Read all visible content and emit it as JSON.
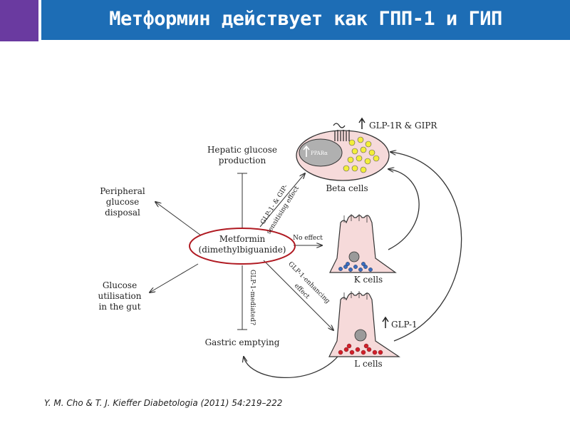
{
  "slide": {
    "title": "Метформин действует как  ГПП-1 и ГИП",
    "citation": "Y. M. Cho & T. J. Kieffer Diabetologia (2011) 54:219–222"
  },
  "colors": {
    "header_blue": "#1d6db5",
    "header_accent": "#6a3aa0",
    "highlight_ellipse": "#b01a22",
    "cell_fill": "#f6dada",
    "beta_granule": "#f3ee3a",
    "k_granule": "#3a6ec0",
    "l_granule": "#d11f2a"
  },
  "diagram": {
    "center": {
      "line1": "Metformin",
      "line2": "(dimethylbiguanide)"
    },
    "targets": {
      "hepatic": [
        "Hepatic glucose",
        "production"
      ],
      "peripheral": [
        "Peripheral",
        "glucose",
        "disposal"
      ],
      "gut": [
        "Glucose",
        "utilisation",
        "in the gut"
      ],
      "gastric": "Gastric emptying"
    },
    "cells": {
      "beta": "Beta cells",
      "k": "K cells",
      "l": "L cells",
      "ppar": "PPARα"
    },
    "arrow_labels": {
      "beta_effect": [
        "GLP-1- & GIP-",
        "sensitising effect"
      ],
      "no_effect": "No effect",
      "l_effect": [
        "GLP-1-enhancing",
        "effect"
      ],
      "gastric_effect": "GLP-1-mediated?"
    },
    "up_labels": {
      "receptors": "GLP-1R & GIPR",
      "glp1": "GLP-1"
    }
  }
}
